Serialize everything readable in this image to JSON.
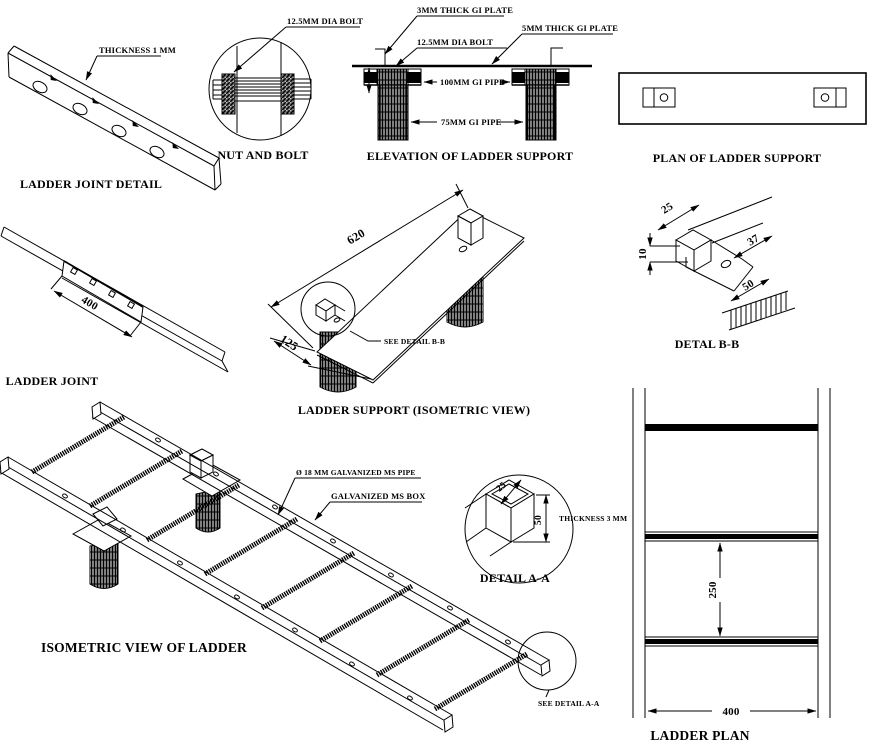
{
  "meta": {
    "type": "engineering-drawing",
    "subject": "ladder fabrication details",
    "background_color": "#ffffff",
    "ink_color": "#000000"
  },
  "views": {
    "ladder_joint_detail": {
      "caption": "LADDER JOINT DETAIL",
      "thickness_label": "THICKNESS 1 MM"
    },
    "nut_and_bolt": {
      "caption": "NUT AND BOLT",
      "bolt_label": "12.5MM DIA BOLT"
    },
    "elevation_ladder_support": {
      "caption": "ELEVATION OF LADDER SUPPORT",
      "plate3_label": "3MM THICK GI PLATE",
      "bolt_label": "12.5MM DIA BOLT",
      "plate5_label": "5MM THICK GI PLATE",
      "pipe100_label": "100MM GI PIPE",
      "pipe75_label": "75MM GI PIPE"
    },
    "plan_ladder_support": {
      "caption": "PLAN OF LADDER SUPPORT"
    },
    "ladder_joint": {
      "caption": "LADDER JOINT",
      "dim_length": "400"
    },
    "ladder_support_iso": {
      "caption": "LADDER SUPPORT (ISOMETRIC VIEW)",
      "see_detail_label": "SEE DETAIL B-B",
      "dim_length": "620",
      "dim_width": "125"
    },
    "detail_bb": {
      "caption": "DETAL B-B",
      "dim_top": "25",
      "dim_side": "37",
      "dim_height": "10",
      "dim_base": "50"
    },
    "iso_ladder": {
      "caption": "ISOMETRIC VIEW OF LADDER",
      "pipe_label": "Ø 18 MM GALVANIZED MS PIPE",
      "box_label": "GALVANIZED MS BOX",
      "see_detail_label": "SEE DETAIL A-A"
    },
    "detail_aa": {
      "caption": "DETAIL A-A",
      "thickness_label": "THICKNESS 3 MM",
      "dim_width": "25",
      "dim_height": "50"
    },
    "ladder_plan": {
      "caption": "LADDER PLAN",
      "dim_spacing": "250",
      "dim_width": "400"
    }
  }
}
